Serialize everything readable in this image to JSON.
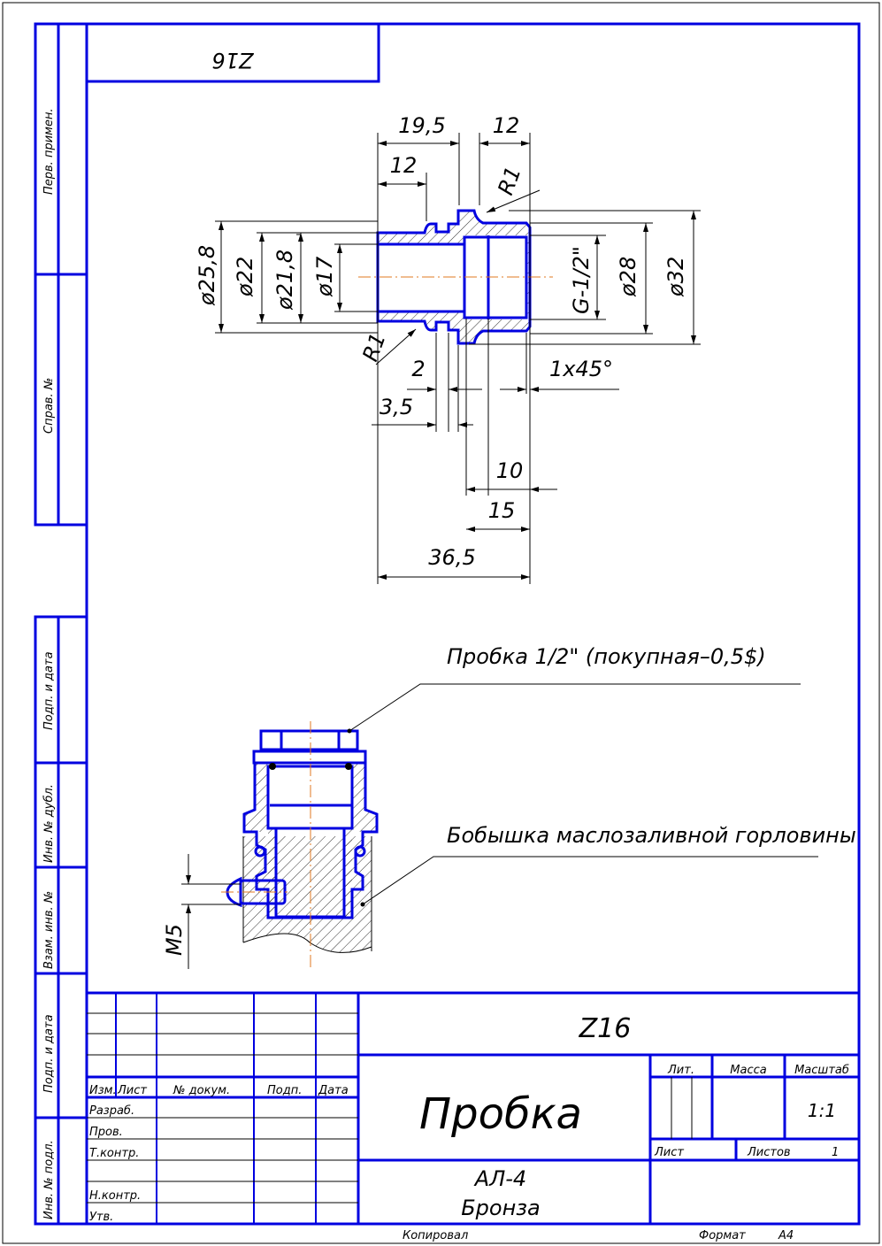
{
  "top_stamp": "Z16",
  "side_strip": [
    "Перв. примен.",
    "Справ. №",
    "Подп. и дата",
    "Инв. № дубл.",
    "Взам. инв. №",
    "Подп. и дата",
    "Инв. № подл."
  ],
  "dimensions": {
    "d19_5": "19,5",
    "d12_top": "12",
    "d12_left": "12",
    "r1_top": "R1",
    "r1_bottom": "R1",
    "dia25_8": "ø25,8",
    "dia22": "ø22",
    "dia21_8": "ø21,8",
    "dia17": "ø17",
    "thread": "G-1/2\"",
    "dia28": "ø28",
    "dia32": "ø32",
    "d2": "2",
    "chamfer": "1x45°",
    "d3_5": "3,5",
    "d10": "10",
    "d15": "15",
    "d36_5": "36,5",
    "m5": "M5"
  },
  "callouts": {
    "plug": "Пробка 1/2\" (покупная–0,5$)",
    "boss": "Бобышка маслозаливной горловины"
  },
  "title_block": {
    "designation": "Z16",
    "name": "Пробка",
    "material_line1": "АЛ-4",
    "material_line2": "Бронза",
    "headers": [
      "Изм.",
      "Лист",
      "№ докум.",
      "Подп.",
      "Дата"
    ],
    "roles": [
      "Разраб.",
      "Пров.",
      "Т.контр.",
      "",
      "Н.контр.",
      "Утв."
    ],
    "lit_label": "Лит.",
    "mass_label": "Масса",
    "scale_label": "Масштаб",
    "scale_value": "1:1",
    "sheet_label": "Лист",
    "sheets_label": "Листов",
    "sheets_value": "1",
    "copied_label": "Копировал",
    "format_label": "Формат",
    "format_value": "A4"
  }
}
